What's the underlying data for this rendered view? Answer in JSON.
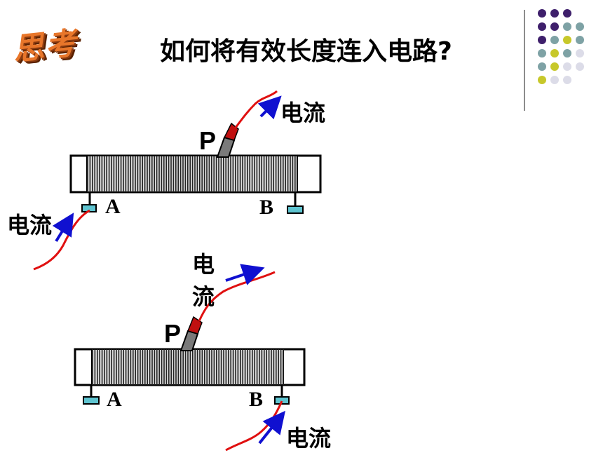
{
  "header": {
    "badge_text": "思考",
    "question": "如何将有效长度连入电路?"
  },
  "decor": {
    "dot_colors": [
      "#3e1f6b",
      "#7ea2a5",
      "#c7c82a",
      "#dcdce8"
    ]
  },
  "diagram1": {
    "slider_label": "P",
    "terminal_a": "A",
    "terminal_b": "B",
    "current_top": "电流",
    "current_left": "电流"
  },
  "diagram2": {
    "slider_label": "P",
    "terminal_a": "A",
    "terminal_b": "B",
    "current_top_line1": "电",
    "current_top_line2": "流",
    "current_bottom": "电流"
  },
  "colors": {
    "wire": "#e01010",
    "arrow": "#1010d0",
    "terminal": "#5ec4d0",
    "coil": "#222222"
  }
}
